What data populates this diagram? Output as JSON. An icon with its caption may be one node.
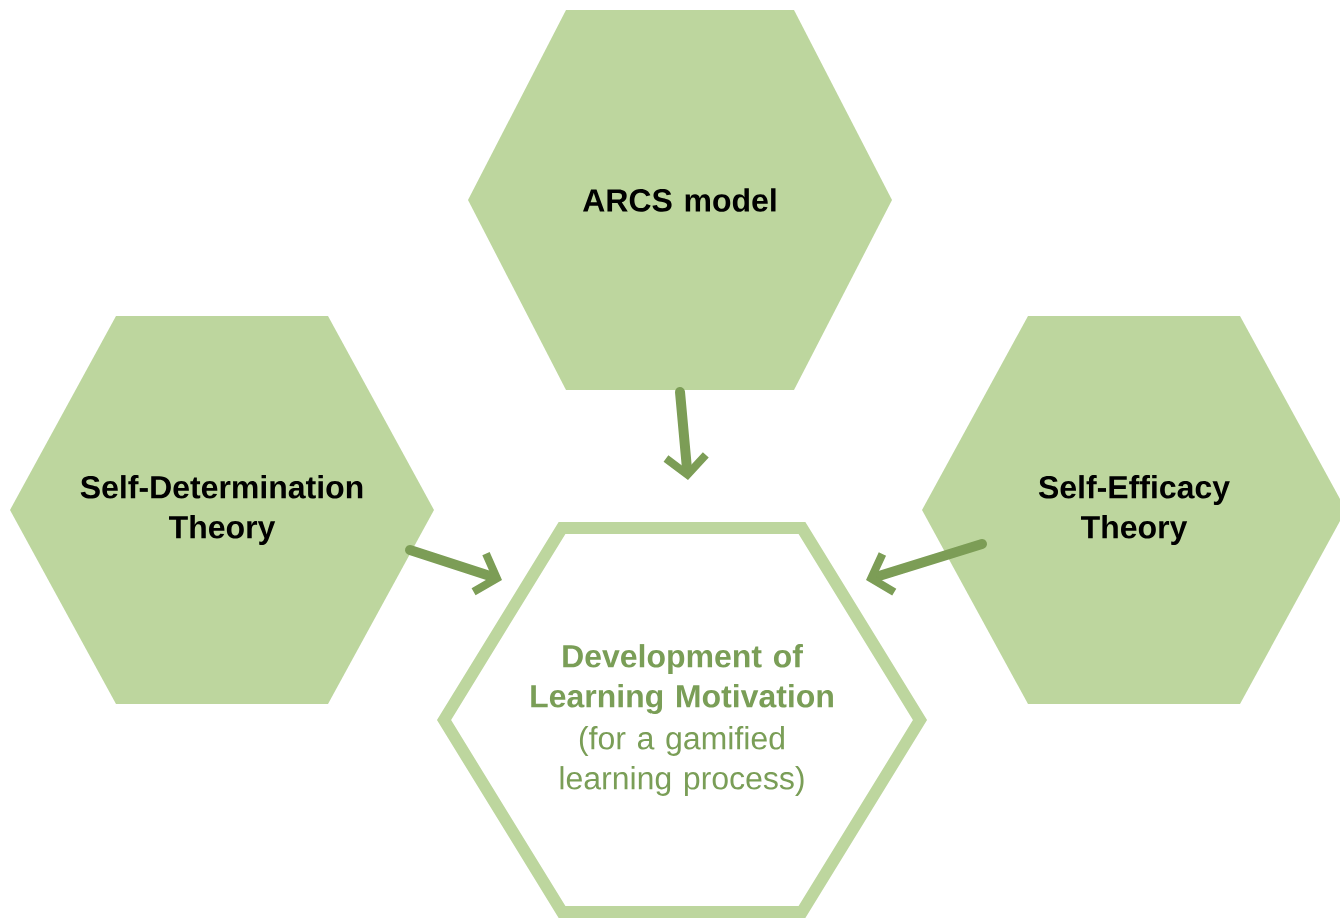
{
  "diagram": {
    "nodes": [
      {
        "text": [
          "ARCS model"
        ]
      },
      {
        "text": [
          "Self-Determination Theory"
        ]
      },
      {
        "text": [
          "Self-Efficacy Theory"
        ]
      },
      {
        "text": [
          "Development of Learning Motivation",
          "(for a gamified learning process)"
        ]
      }
    ],
    "edges": [
      {
        "from": 0,
        "to": 3,
        "arrow": "to"
      },
      {
        "from": 1,
        "to": 3,
        "arrow": "to"
      },
      {
        "from": 2,
        "to": 3,
        "arrow": "to"
      }
    ]
  }
}
